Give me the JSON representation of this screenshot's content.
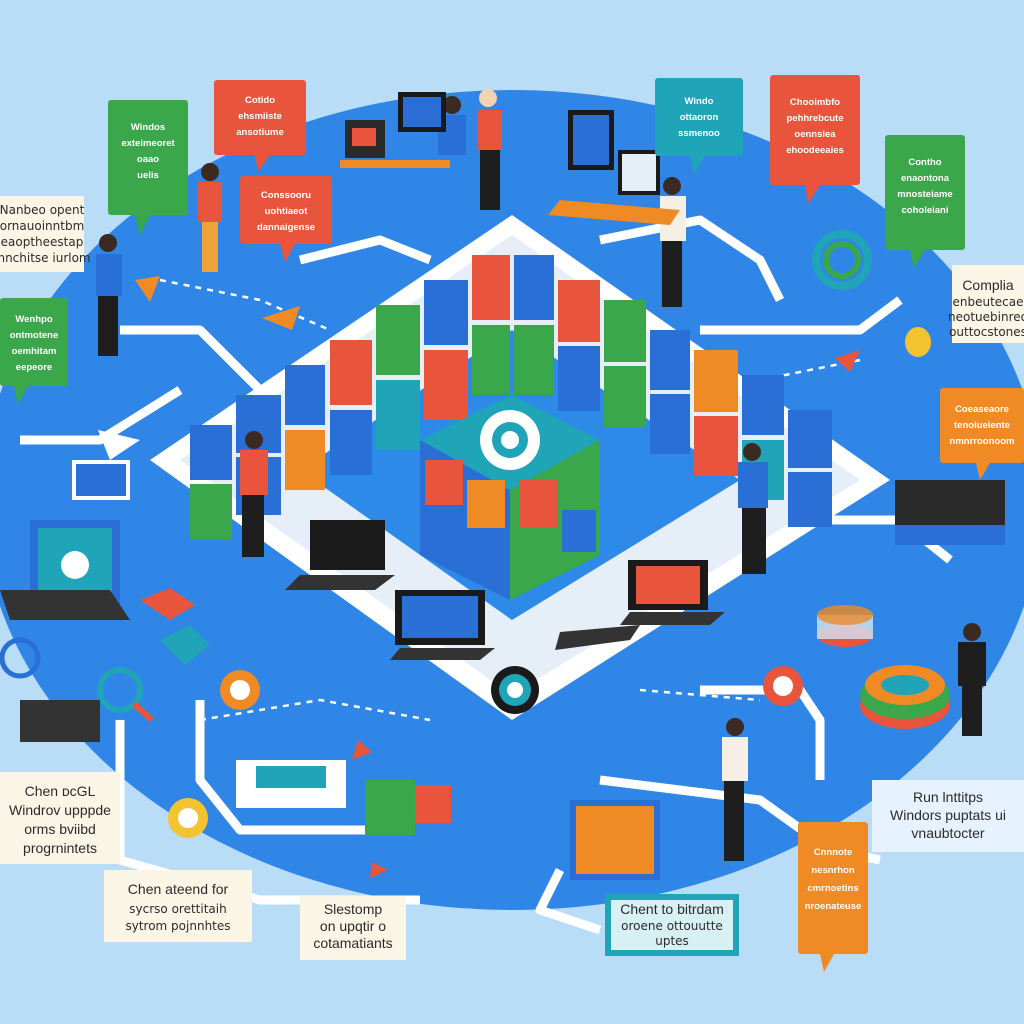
{
  "colors": {
    "background": "#b9dcf7",
    "floor": "#2f86e6",
    "platform": "#ffffff",
    "tile_blue": "#2a6fd6",
    "tile_green": "#3aa84a",
    "tile_orange": "#f08a24",
    "tile_red": "#e8553c",
    "tile_teal": "#1fa4b8"
  },
  "bubbles": {
    "top_left_green": [
      "Windos",
      "exteimeoret",
      "oaao",
      "uelis"
    ],
    "top_center_red": [
      "Cotido",
      "ehsmiiste",
      "ansotiume"
    ],
    "center_red": [
      "Conssooru",
      "uohtiaeot",
      "dannaigense"
    ],
    "top_teal": [
      "Windo",
      "ottaoron",
      "ssmenoo"
    ],
    "top_right_red": [
      "Chooimbfo",
      "pehhrebcute",
      "oennsiea",
      "ehoodeeaies"
    ],
    "right_green": [
      "Contho",
      "enaontona",
      "mnosteiame",
      "coholeiani"
    ],
    "left_green": [
      "Wenhpo",
      "ontmotene",
      "oemhitam",
      "eepeore"
    ],
    "right_orange": [
      "Coeaseaore",
      "tenoiueiente",
      "nmnrroonoom"
    ],
    "bottom_right_orange": [
      "Cnnnote",
      "nesnrhon",
      "cmrnoetins",
      "nroenateuse"
    ]
  },
  "notes": {
    "left_top": [
      "Nanbeo opent",
      "ornauoinntbm",
      "eaoptheestap",
      "mnchitse iurlom"
    ],
    "right_top": [
      "Complia",
      "enbeutecae",
      "neotuebinreo",
      "outtocstones"
    ],
    "bottom_left": [
      "Chen ᴅᴄGL",
      "Windrov upppde",
      "orms bviibd",
      "progrnintets"
    ],
    "bottom_left2": [
      "Chen ateend for",
      "sycrso orettitaih",
      "sytrom pojnnhtes"
    ],
    "bottom_center": [
      "Slestomp",
      "on upqtir o",
      "cotamatiants"
    ],
    "bottom_center_teal": [
      "Chent to bitrdam",
      "oroene ottouutte",
      "uptes"
    ],
    "bottom_right": [
      "Run lnttitps",
      "Windors puptats ui",
      "vnaubtocter"
    ]
  }
}
